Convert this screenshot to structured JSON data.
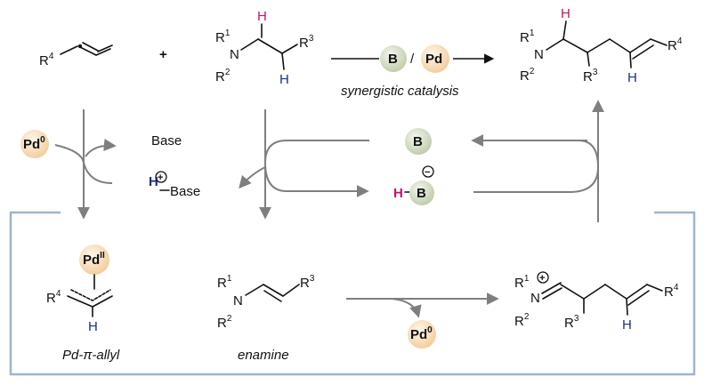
{
  "colors": {
    "hydrogen_top": "#c0146c",
    "hydrogen_bottom": "#1a2f8f",
    "frame": "#9fb2d6",
    "arrow": "#7f7f7f",
    "boron_circle": "#cfd9bf",
    "palladium_circle": "#f6d9b3"
  },
  "reaction": {
    "allene_r": "R",
    "allene_r_sup": "4",
    "plus": "+",
    "amine": {
      "r1": "R",
      "r1_sup": "1",
      "n": "N",
      "r2": "R",
      "r2_sup": "2",
      "r3": "R",
      "r3_sup": "3",
      "h_top": "H",
      "h_bottom": "H"
    },
    "catalyst_b": "B",
    "slash": "/",
    "catalyst_pd": "Pd",
    "caption": "synergistic catalysis",
    "product": {
      "r1": "R",
      "r1_sup": "1",
      "n": "N",
      "r2": "R",
      "r2_sup": "2",
      "r3": "R",
      "r3_sup": "3",
      "r4": "R",
      "r4_sup": "4",
      "h_top": "H",
      "h_bottom": "H"
    }
  },
  "cycle": {
    "pd0": "Pd",
    "pd0_sup": "0",
    "base": "Base",
    "h_base_h": "H",
    "h_base_label": "Base",
    "plus_charge": "+",
    "boron": "B",
    "hb_h": "H",
    "hb_b": "B",
    "minus_charge": "−"
  },
  "intermediates": {
    "pd_ii": "Pd",
    "pd_ii_sup": "II",
    "allyl_r": "R",
    "allyl_r_sup": "4",
    "allyl_h": "H",
    "allyl_caption": "Pd-π-allyl",
    "enamine_r1": "R",
    "enamine_r1_sup": "1",
    "enamine_n": "N",
    "enamine_r2": "R",
    "enamine_r2_sup": "2",
    "enamine_r3": "R",
    "enamine_r3_sup": "3",
    "enamine_caption": "enamine",
    "pd0_released": "Pd",
    "pd0_released_sup": "0",
    "iminium_r1": "R",
    "iminium_r1_sup": "1",
    "iminium_n": "N",
    "iminium_r2": "R",
    "iminium_r2_sup": "2",
    "iminium_r3": "R",
    "iminium_r3_sup": "3",
    "iminium_r4": "R",
    "iminium_r4_sup": "4",
    "iminium_h": "H",
    "iminium_charge": "+"
  }
}
